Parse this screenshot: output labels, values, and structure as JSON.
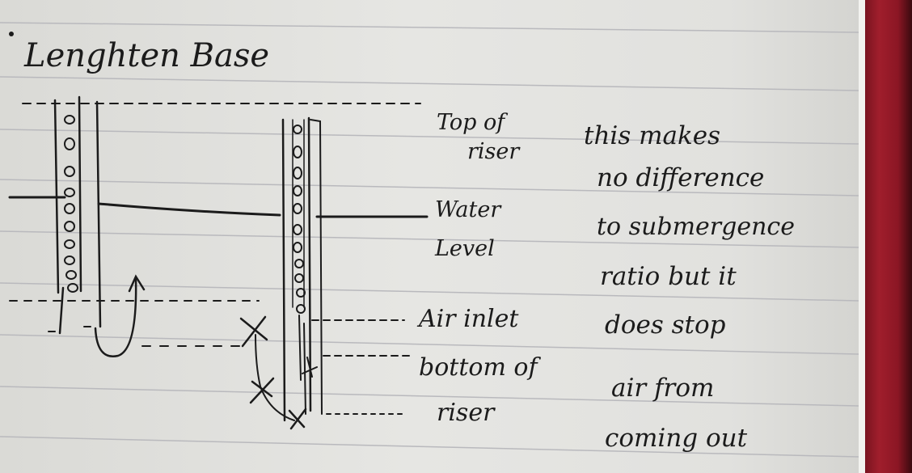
{
  "heading": "Lenghten Base",
  "labels": {
    "top_of_riser": [
      "Top of",
      "riser"
    ],
    "water_level": [
      "Water",
      "Level"
    ],
    "air_inlet": "Air inlet",
    "bottom_of_riser": [
      "bottom of",
      "riser"
    ]
  },
  "note_lines": [
    "this makes",
    "no difference",
    "to submergence",
    "ratio but it",
    "does stop",
    "air from",
    "coming out"
  ],
  "colors": {
    "ink": "#1b1b1b",
    "paper": "#e3e3e0",
    "rule": "#b9b9bd",
    "binder": "#9b1c2a"
  }
}
